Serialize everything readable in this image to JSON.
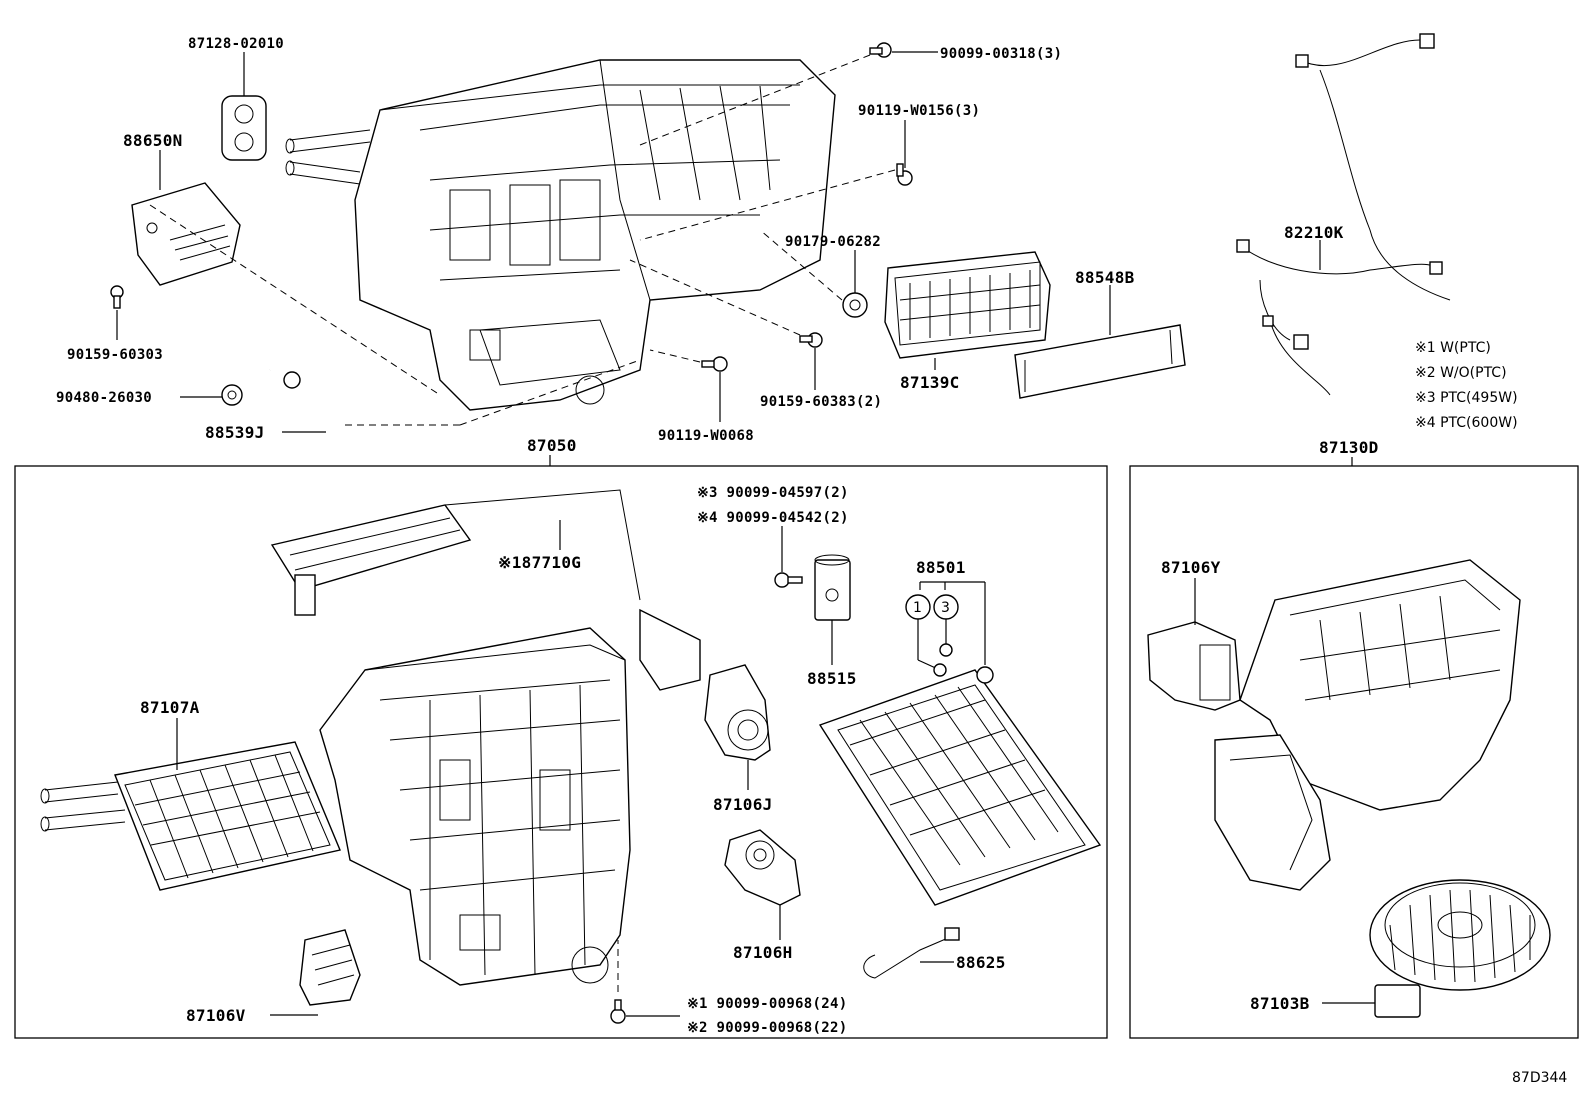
{
  "diagram_code": "87D344",
  "labels": {
    "l87128": "87128-02010",
    "l88650N": "88650N",
    "l90159_60303": "90159-60303",
    "l90480": "90480-26030",
    "l88539J": "88539J",
    "l90099_00318": "90099-00318(3)",
    "l90119_W0156": "90119-W0156(3)",
    "l90179": "90179-06282",
    "l88548B": "88548B",
    "l87139C": "87139C",
    "l90159_60383": "90159-60383(2)",
    "l90119_W0068": "90119-W0068",
    "l82210K": "82210K",
    "l87050": "87050",
    "l87130D": "87130D",
    "l87710G": "※187710G",
    "l90099_04597": "※3 90099-04597(2)",
    "l90099_04542": "※4 90099-04542(2)",
    "l88501": "88501",
    "l88515": "88515",
    "l87107A": "87107A",
    "l87106J": "87106J",
    "l87106H": "87106H",
    "l88625": "88625",
    "l87106V": "87106V",
    "l90099_00968a": "※1 90099-00968(24)",
    "l90099_00968b": "※2 90099-00968(22)",
    "l87106Y": "87106Y",
    "l87103B": "87103B",
    "circle1": "1",
    "circle3": "3"
  },
  "notes": [
    "※1 W(PTC)",
    "※2 W/O(PTC)",
    "※3 PTC(495W)",
    "※4 PTC(600W)"
  ]
}
